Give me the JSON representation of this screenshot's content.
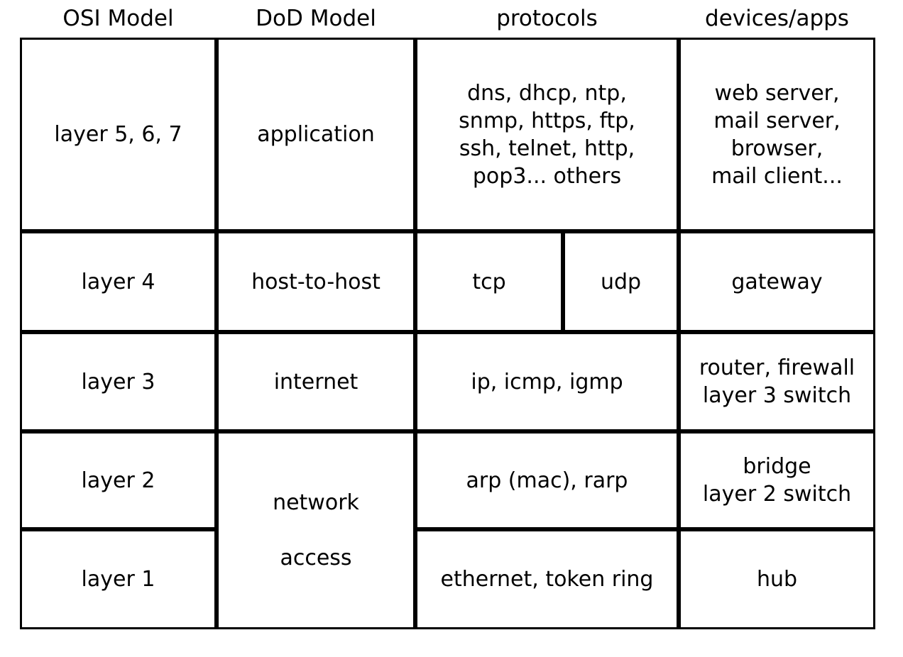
{
  "table": {
    "headers": [
      {
        "id": "osi",
        "label": "OSI Model"
      },
      {
        "id": "dod",
        "label": "DoD Model"
      },
      {
        "id": "proto",
        "label": "protocols"
      },
      {
        "id": "devices",
        "label": "devices/apps"
      }
    ],
    "rows": [
      {
        "id": "application",
        "osi": "layer 5, 6, 7",
        "dod": "application",
        "protocols": "dns, dhcp, ntp,\nsnmp, https, ftp,\nssh, telnet, http,\npop3... others",
        "devices": "web server,\nmail server,\nbrowser,\nmail client..."
      },
      {
        "id": "host-to-host",
        "osi": "layer 4",
        "dod": "host-to-host",
        "protocols_tcp": "tcp",
        "protocols_udp": "udp",
        "devices": "gateway"
      },
      {
        "id": "internet",
        "osi": "layer 3",
        "dod": "internet",
        "protocols": "ip, icmp, igmp",
        "devices": "router, firewall\nlayer 3 switch"
      },
      {
        "id": "network-access-layer2",
        "osi": "layer 2",
        "dod": "network\n\naccess",
        "protocols": "arp (mac), rarp",
        "devices": "bridge\nlayer 2 switch"
      },
      {
        "id": "network-access-layer1",
        "osi": "layer 1",
        "protocols": "ethernet, token ring",
        "devices": "hub"
      }
    ]
  },
  "colors": {
    "border": "#000000",
    "text": "#000000",
    "background": "#ffffff"
  }
}
